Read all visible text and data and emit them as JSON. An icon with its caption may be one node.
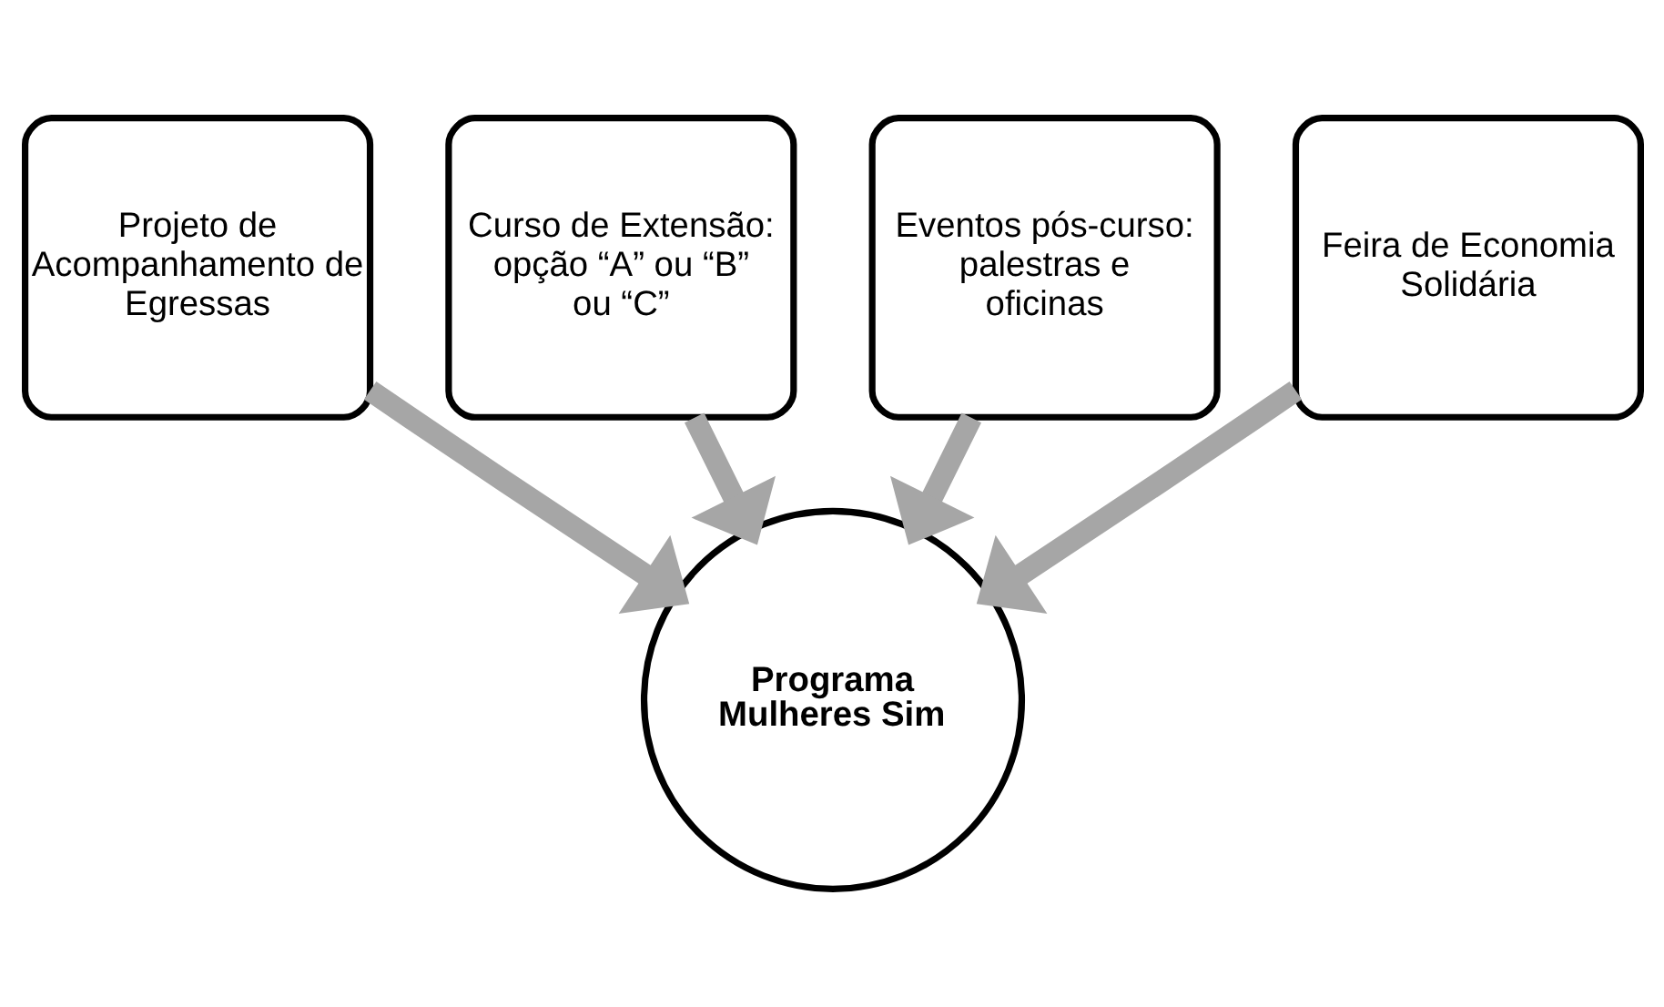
{
  "diagram": {
    "nodes": [
      {
        "text": [
          "Curso de Extensão: opção “A” ou “B” ou “C”"
        ]
      },
      {
        "text": [
          "Eventos pós-curso: palestras e oficinas"
        ]
      },
      {
        "text": [
          "Projeto de Acompanhamento de Egressas"
        ]
      },
      {
        "text": [
          "Feira de Economia Solidária"
        ]
      },
      {
        "text": [
          "Programa Mulheres Sim"
        ]
      }
    ],
    "edges": [
      {
        "from": 0,
        "to": 4,
        "arrow": "to"
      },
      {
        "from": 1,
        "to": 4,
        "arrow": "to"
      },
      {
        "from": 2,
        "to": 4,
        "arrow": "to"
      },
      {
        "from": 3,
        "to": 4,
        "arrow": "to"
      }
    ]
  }
}
